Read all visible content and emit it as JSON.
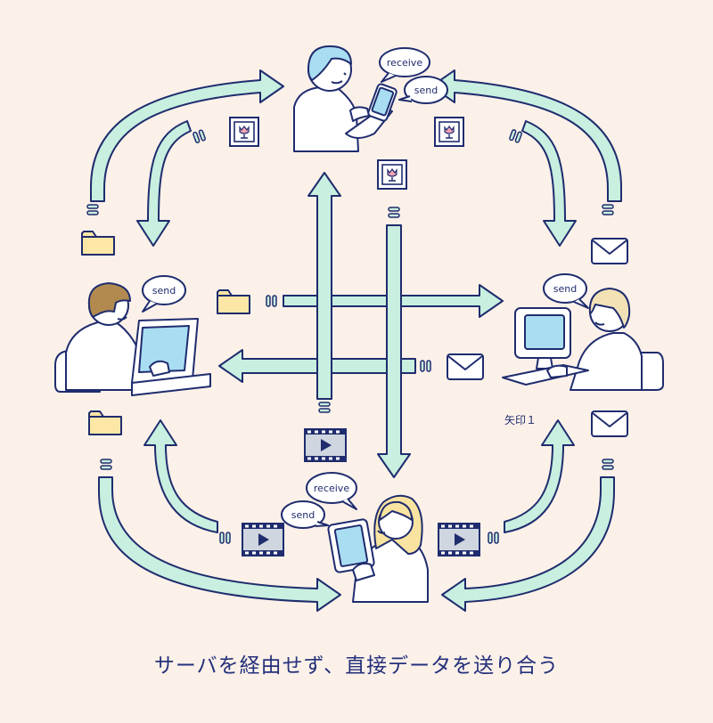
{
  "caption": "サーバを経由せず、直接データを送り合う",
  "arrow_label": "矢印１",
  "bubbles": {
    "top_receive": "receive",
    "top_send": "send",
    "left_send": "send",
    "right_send": "send",
    "bottom_receive": "receive",
    "bottom_send": "send"
  },
  "colors": {
    "background": "#fbf1e9",
    "arrow_fill": "#c8efdf",
    "line": "#1f2c6e",
    "screen": "#a9def2",
    "folder": "#fde7a6",
    "video": "#cfd6df"
  }
}
